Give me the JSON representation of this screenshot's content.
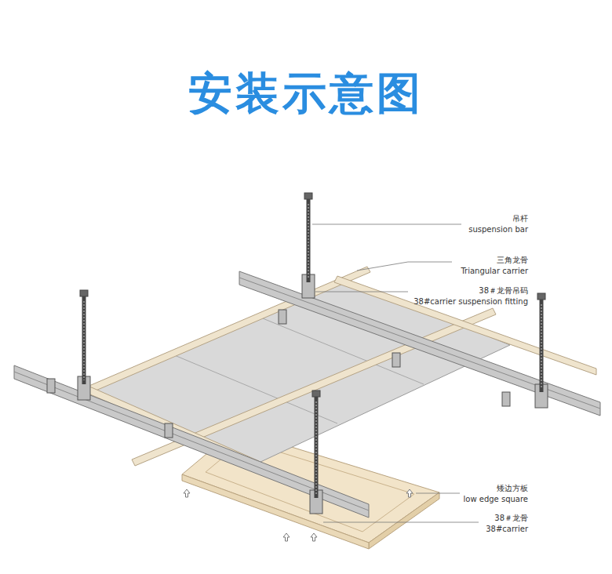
{
  "diagram": {
    "title": "安装示意图",
    "labels": [
      "吊杆",
      "suspension bar",
      "三角龙骨",
      "Triangular carrier",
      "38＃龙骨吊码",
      "38#carrier suspension fitting",
      "矮边方板",
      "low edge square",
      "38＃龙骨",
      "38#carrier"
    ]
  }
}
